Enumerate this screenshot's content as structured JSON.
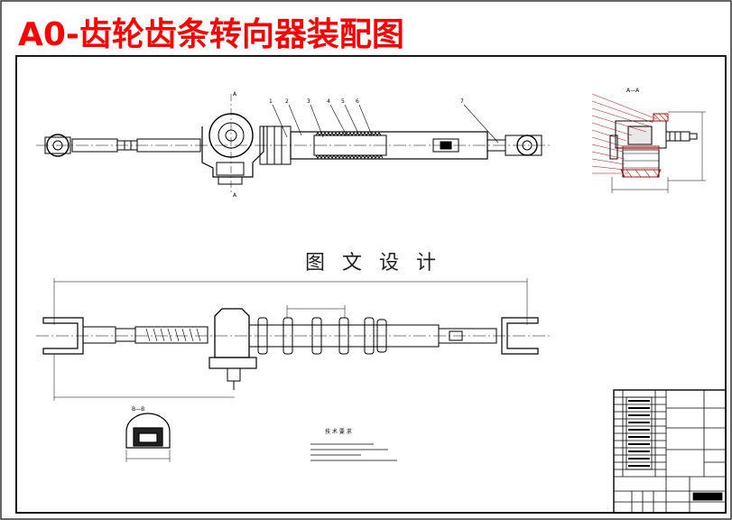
{
  "title": "A0-齿轮齿条转向器装配图",
  "watermark": "图 文 设 计",
  "section_aa": "A—A",
  "section_bb": "B—B",
  "section_marker": "A",
  "part_numbers": [
    "1",
    "2",
    "3",
    "4",
    "5",
    "6",
    "7"
  ],
  "tech_title": "技 术 要 求",
  "colors": {
    "title": "#ff0000",
    "line": "#000000",
    "paper": "#ffffff"
  }
}
